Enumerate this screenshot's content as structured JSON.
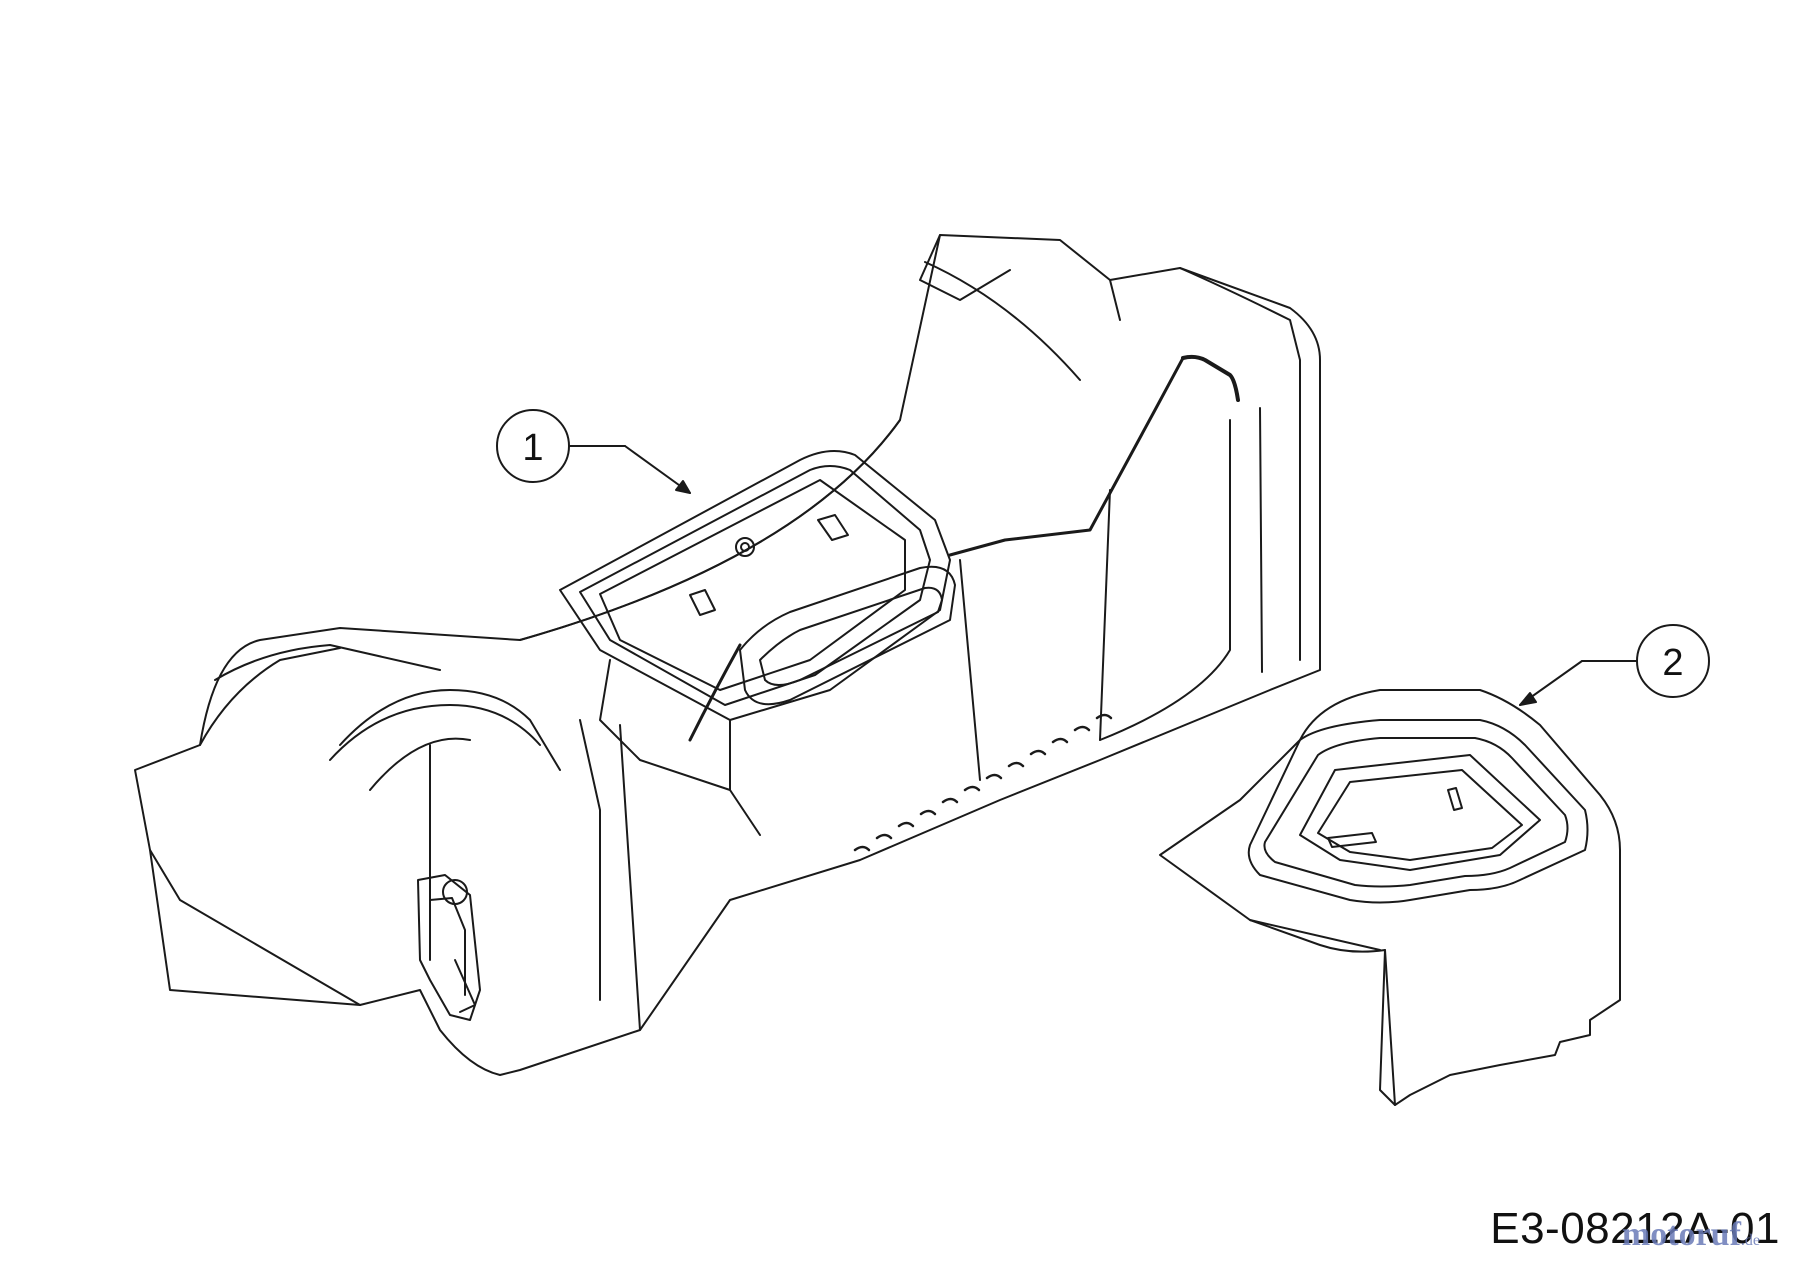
{
  "callouts": [
    {
      "label": "1"
    },
    {
      "label": "2"
    }
  ],
  "drawing_number": "E3-08212A-01",
  "watermark": {
    "brand": "motoruf",
    "suffix": ".de",
    "color": "#6a7bb8"
  },
  "colors": {
    "line": "#1a1a1a",
    "background": "#ffffff"
  }
}
